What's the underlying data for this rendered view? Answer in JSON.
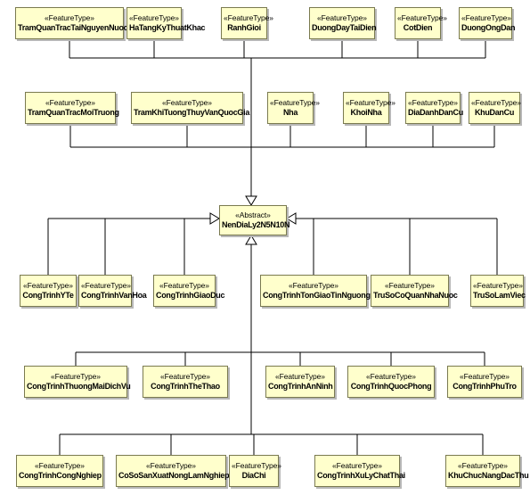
{
  "parent": {
    "stereotype": "«Abstract»",
    "name": "NenDiaLy2N5N10N"
  },
  "rows": [
    [
      {
        "stereotype": "«FeatureType»",
        "name": "TramQuanTracTaiNguyenNuoc"
      },
      {
        "stereotype": "«FeatureType»",
        "name": "HaTangKyThuatKhac"
      },
      {
        "stereotype": "«FeatureType»",
        "name": "RanhGioi"
      },
      {
        "stereotype": "«FeatureType»",
        "name": "DuongDayTaiDien"
      },
      {
        "stereotype": "«FeatureType»",
        "name": "CotDien"
      },
      {
        "stereotype": "«FeatureType»",
        "name": "DuongOngDan"
      }
    ],
    [
      {
        "stereotype": "«FeatureType»",
        "name": "TramQuanTracMoiTruong"
      },
      {
        "stereotype": "«FeatureType»",
        "name": "TramKhiTuongThuyVanQuocGia"
      },
      {
        "stereotype": "«FeatureType»",
        "name": "Nha"
      },
      {
        "stereotype": "«FeatureType»",
        "name": "KhoiNha"
      },
      {
        "stereotype": "«FeatureType»",
        "name": "DiaDanhDanCu"
      },
      {
        "stereotype": "«FeatureType»",
        "name": "KhuDanCu"
      }
    ],
    [
      {
        "stereotype": "«FeatureType»",
        "name": "CongTrinhYTe"
      },
      {
        "stereotype": "«FeatureType»",
        "name": "CongTrinhVanHoa"
      },
      {
        "stereotype": "«FeatureType»",
        "name": "CongTrinhGiaoDuc"
      },
      {
        "stereotype": "«FeatureType»",
        "name": "CongTrinhTonGiaoTinNguong"
      },
      {
        "stereotype": "«FeatureType»",
        "name": "TruSoCoQuanNhaNuoc"
      },
      {
        "stereotype": "«FeatureType»",
        "name": "TruSoLamViec"
      }
    ],
    [
      {
        "stereotype": "«FeatureType»",
        "name": "CongTrinhThuongMaiDichVu"
      },
      {
        "stereotype": "«FeatureType»",
        "name": "CongTrinhTheThao"
      },
      {
        "stereotype": "«FeatureType»",
        "name": "CongTrinhAnNinh"
      },
      {
        "stereotype": "«FeatureType»",
        "name": "CongTrinhQuocPhong"
      },
      {
        "stereotype": "«FeatureType»",
        "name": "CongTrinhPhuTro"
      }
    ],
    [
      {
        "stereotype": "«FeatureType»",
        "name": "CongTrinhCongNghiep"
      },
      {
        "stereotype": "«FeatureType»",
        "name": "CoSoSanXuatNongLamNghiep"
      },
      {
        "stereotype": "«FeatureType»",
        "name": "DiaChi"
      },
      {
        "stereotype": "«FeatureType»",
        "name": "CongTrinhXuLyChatThai"
      },
      {
        "stereotype": "«FeatureType»",
        "name": "KhuChucNangDacThu"
      }
    ]
  ]
}
